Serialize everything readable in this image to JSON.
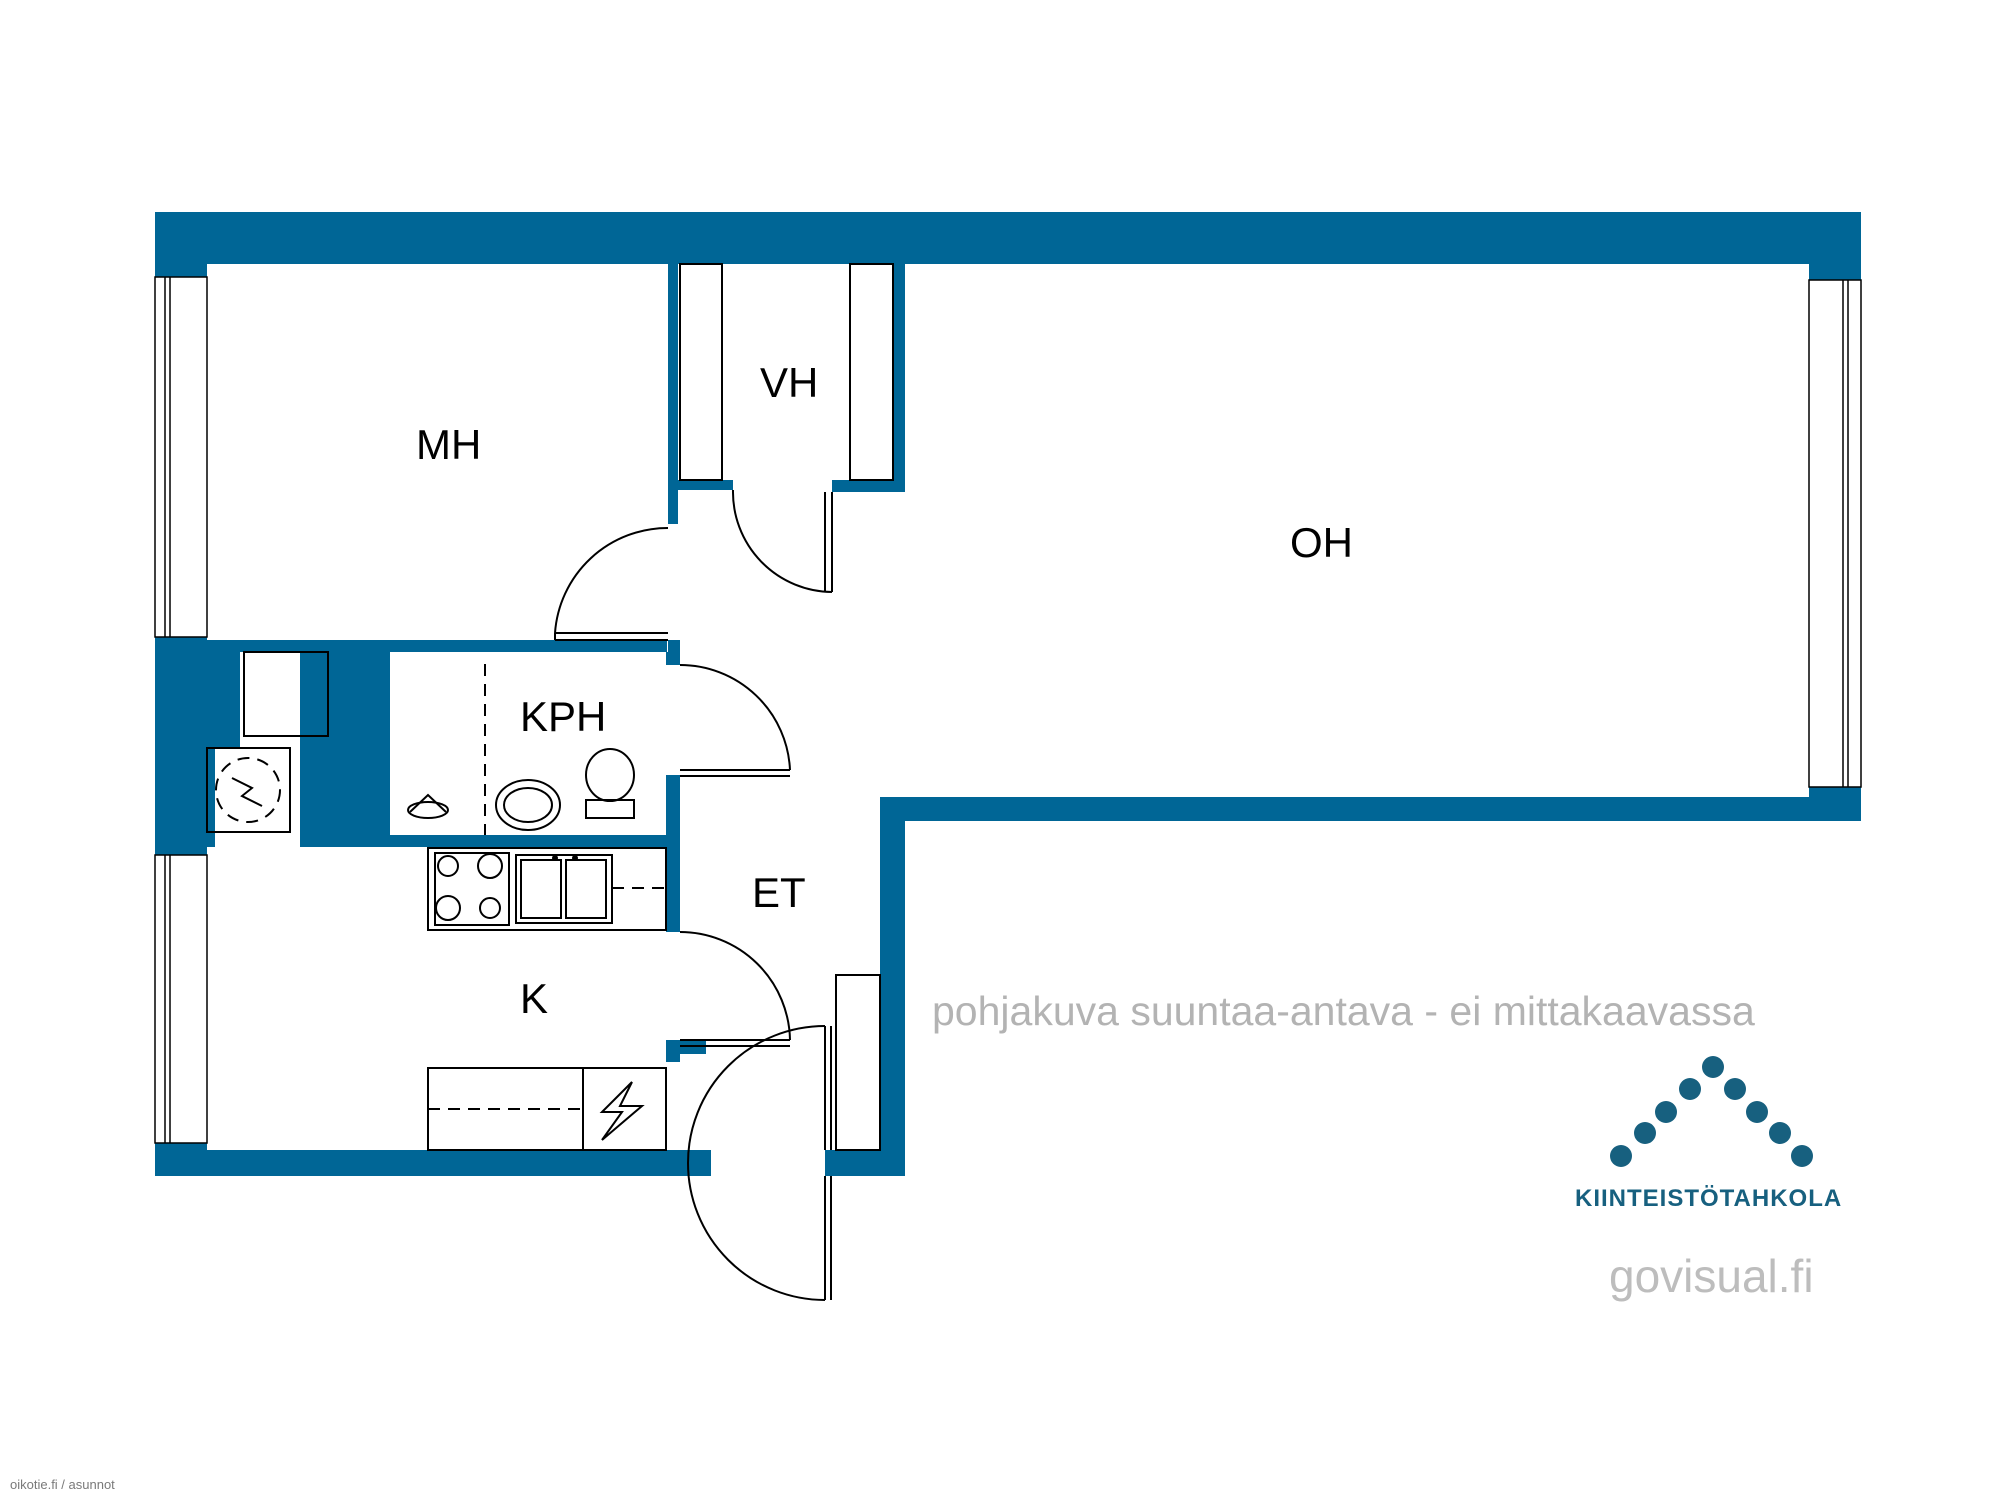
{
  "colors": {
    "wall": "#006696",
    "logo": "#17607f",
    "disclaimer_text": "#b3b3b3",
    "background": "#ffffff"
  },
  "rooms": {
    "mh": "MH",
    "vh": "VH",
    "oh": "OH",
    "kph": "KPH",
    "et": "ET",
    "k": "K"
  },
  "disclaimer": "pohjakuva suuntaa-antava - ei mittakaavassa",
  "logo": {
    "brand": "KIINTEISTÖTAHKOLA",
    "icon": "dot-roof-logo-icon"
  },
  "website": "govisual.fi",
  "credit": "oikotie.fi / asunnot"
}
